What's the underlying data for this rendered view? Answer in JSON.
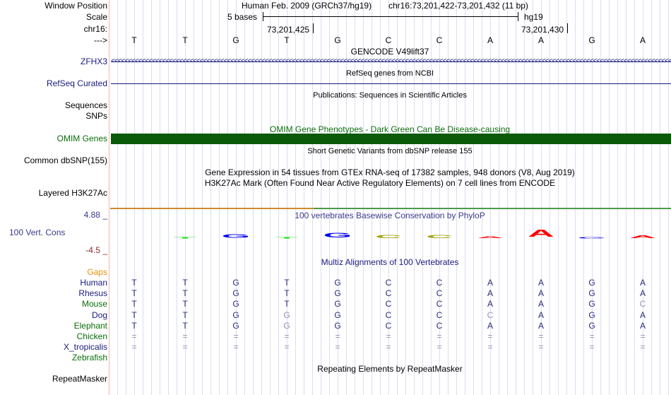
{
  "labels": {
    "window_position": "Window Position",
    "scale": "Scale",
    "chrom": "chr16:",
    "strand": "--->",
    "zfhx3": "ZFHX3",
    "refseq": "RefSeq Curated",
    "sequences": "Sequences",
    "snps": "SNPs",
    "omim": "OMIM Genes",
    "dbsnp": "Common dbSNP(155)",
    "h3k27ac": "Layered H3K27Ac",
    "cons_max": "4.88 _",
    "cons": "100 Vert. Cons",
    "cons_min": "-4.5 _",
    "gaps": "Gaps",
    "repeatmasker": "RepeatMasker"
  },
  "header": {
    "assembly": "Human Feb. 2009 (GRCh37/hg19)",
    "position": "chr16:73,201,422-73,201,432 (11 bp)",
    "scale_label": "5 bases",
    "scale_db": "hg19",
    "tick1": "73,201,425",
    "tick2": "73,201,430"
  },
  "bases": [
    "T",
    "T",
    "G",
    "T",
    "G",
    "C",
    "C",
    "A",
    "A",
    "G",
    "A"
  ],
  "tracks": {
    "gencode": "GENCODE V49lift37",
    "refseq_title": "RefSeq genes from NCBI",
    "publications": "Publications: Sequences in Scientific Articles",
    "omim_title": "OMIM Gene Phenotypes - Dark Green Can Be Disease-causing",
    "dbsnp_title": "Short Genetic Variants from dbSNP release 155",
    "gtex_title": "Gene Expression in 54 tissues from GTEx RNA-seq of 17382 samples, 948 donors (V8, Aug 2019)",
    "h3k27ac_title": "H3K27Ac Mark (Often Found Near Active Regulatory Elements) on 7 cell lines from ENCODE",
    "phylop_title": "100 vertebrates Basewise Conservation by PhyloP",
    "multiz_title": "Multiz Alignments of 100 Vertebrates",
    "repeat_title": "Repeating Elements by RepeatMasker"
  },
  "phylop_logo": [
    {
      "b": "",
      "v": 0,
      "color": "#00e000"
    },
    {
      "b": "T",
      "v": 0.15,
      "color": "#00e000"
    },
    {
      "b": "G",
      "v": 0.35,
      "color": "#0000ee"
    },
    {
      "b": "T",
      "v": 0.12,
      "color": "#00e000"
    },
    {
      "b": "G",
      "v": 0.45,
      "color": "#0000ee"
    },
    {
      "b": "C",
      "v": 0.3,
      "color": "#a0a000"
    },
    {
      "b": "C",
      "v": 0.3,
      "color": "#a0a000"
    },
    {
      "b": "A",
      "v": 0.2,
      "color": "#ff0000"
    },
    {
      "b": "A",
      "v": 0.75,
      "color": "#ff0000"
    },
    {
      "b": "G",
      "v": 0.15,
      "color": "#0000ee"
    },
    {
      "b": "A",
      "v": 0.25,
      "color": "#ff0000"
    }
  ],
  "species": [
    {
      "name": "Human",
      "color": "#1a1a80",
      "seq": "TTGTGCCAAGA",
      "dim": []
    },
    {
      "name": "Rhesus",
      "color": "#1a1a80",
      "seq": "TTGTGCCAAGA",
      "dim": []
    },
    {
      "name": "Mouse",
      "color": "#0a6e0a",
      "seq": "TTGTGCCAAGC",
      "dim": [
        10
      ]
    },
    {
      "name": "Dog",
      "color": "#1a1a80",
      "seq": "TTGGGCCCAGA",
      "dim": [
        3,
        7
      ]
    },
    {
      "name": "Elephant",
      "color": "#0a6e0a",
      "seq": "TTGGGCCAAGA",
      "dim": [
        3
      ]
    },
    {
      "name": "Chicken",
      "color": "#0a6e0a",
      "seq": "===========",
      "dim": [
        0,
        1,
        2,
        3,
        4,
        5,
        6,
        7,
        8,
        9,
        10
      ]
    },
    {
      "name": "X_tropicalis",
      "color": "#1a1a80",
      "seq": "===========",
      "dim": [
        0,
        1,
        2,
        3,
        4,
        5,
        6,
        7,
        8,
        9,
        10
      ]
    },
    {
      "name": "Zebrafish",
      "color": "#0a6e0a",
      "seq": "",
      "dim": []
    }
  ],
  "colors": {
    "omim": "#0a5a0a",
    "gene_line": "#1a1a80",
    "h3k27ac_left": "#d08a30",
    "h3k27ac_right": "#4a9a4a"
  }
}
